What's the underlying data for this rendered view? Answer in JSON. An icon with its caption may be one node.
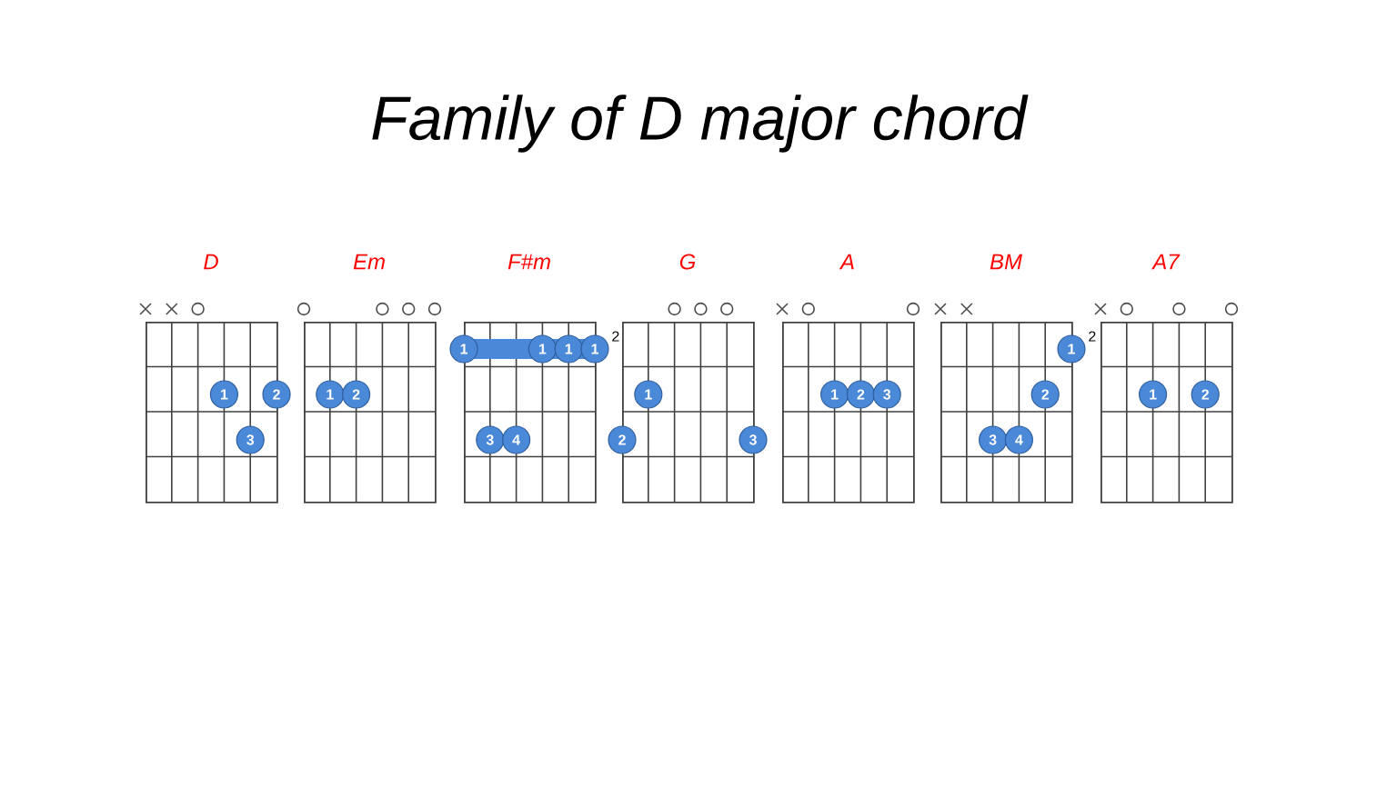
{
  "diagram": {
    "title": "Family of  D  major chord",
    "nodes": [
      {
        "text": [
          "D"
        ]
      },
      {
        "text": [
          "1"
        ],
        "in": 0
      },
      {
        "text": [
          "2"
        ],
        "in": 0
      },
      {
        "text": [
          "3"
        ],
        "in": 0
      },
      {
        "text": [
          "Em"
        ]
      },
      {
        "text": [
          "1"
        ],
        "in": 4
      },
      {
        "text": [
          "2"
        ],
        "in": 4
      },
      {
        "text": [
          "F#m"
        ]
      },
      {
        "text": [
          "1"
        ],
        "in": 7
      },
      {
        "text": [
          "1"
        ],
        "in": 7
      },
      {
        "text": [
          "1"
        ],
        "in": 7
      },
      {
        "text": [
          "1"
        ],
        "in": 7
      },
      {
        "text": [
          "3"
        ],
        "in": 7
      },
      {
        "text": [
          "4"
        ],
        "in": 7
      },
      {
        "text": [
          "G"
        ]
      },
      {
        "text": [
          "1"
        ],
        "in": 14
      },
      {
        "text": [
          "2"
        ],
        "in": 14
      },
      {
        "text": [
          "3"
        ],
        "in": 14
      },
      {
        "text": [
          "A"
        ]
      },
      {
        "text": [
          "1"
        ],
        "in": 18
      },
      {
        "text": [
          "2"
        ],
        "in": 18
      },
      {
        "text": [
          "3"
        ],
        "in": 18
      },
      {
        "text": [
          "BM"
        ]
      },
      {
        "text": [
          "1"
        ],
        "in": 22
      },
      {
        "text": [
          "2"
        ],
        "in": 22
      },
      {
        "text": [
          "3"
        ],
        "in": 22
      },
      {
        "text": [
          "4"
        ],
        "in": 22
      },
      {
        "text": [
          "A7"
        ]
      },
      {
        "text": [
          "1"
        ],
        "in": 27
      },
      {
        "text": [
          "2"
        ],
        "in": 27
      }
    ],
    "edges": [],
    "labels": [
      "2",
      "2"
    ]
  }
}
